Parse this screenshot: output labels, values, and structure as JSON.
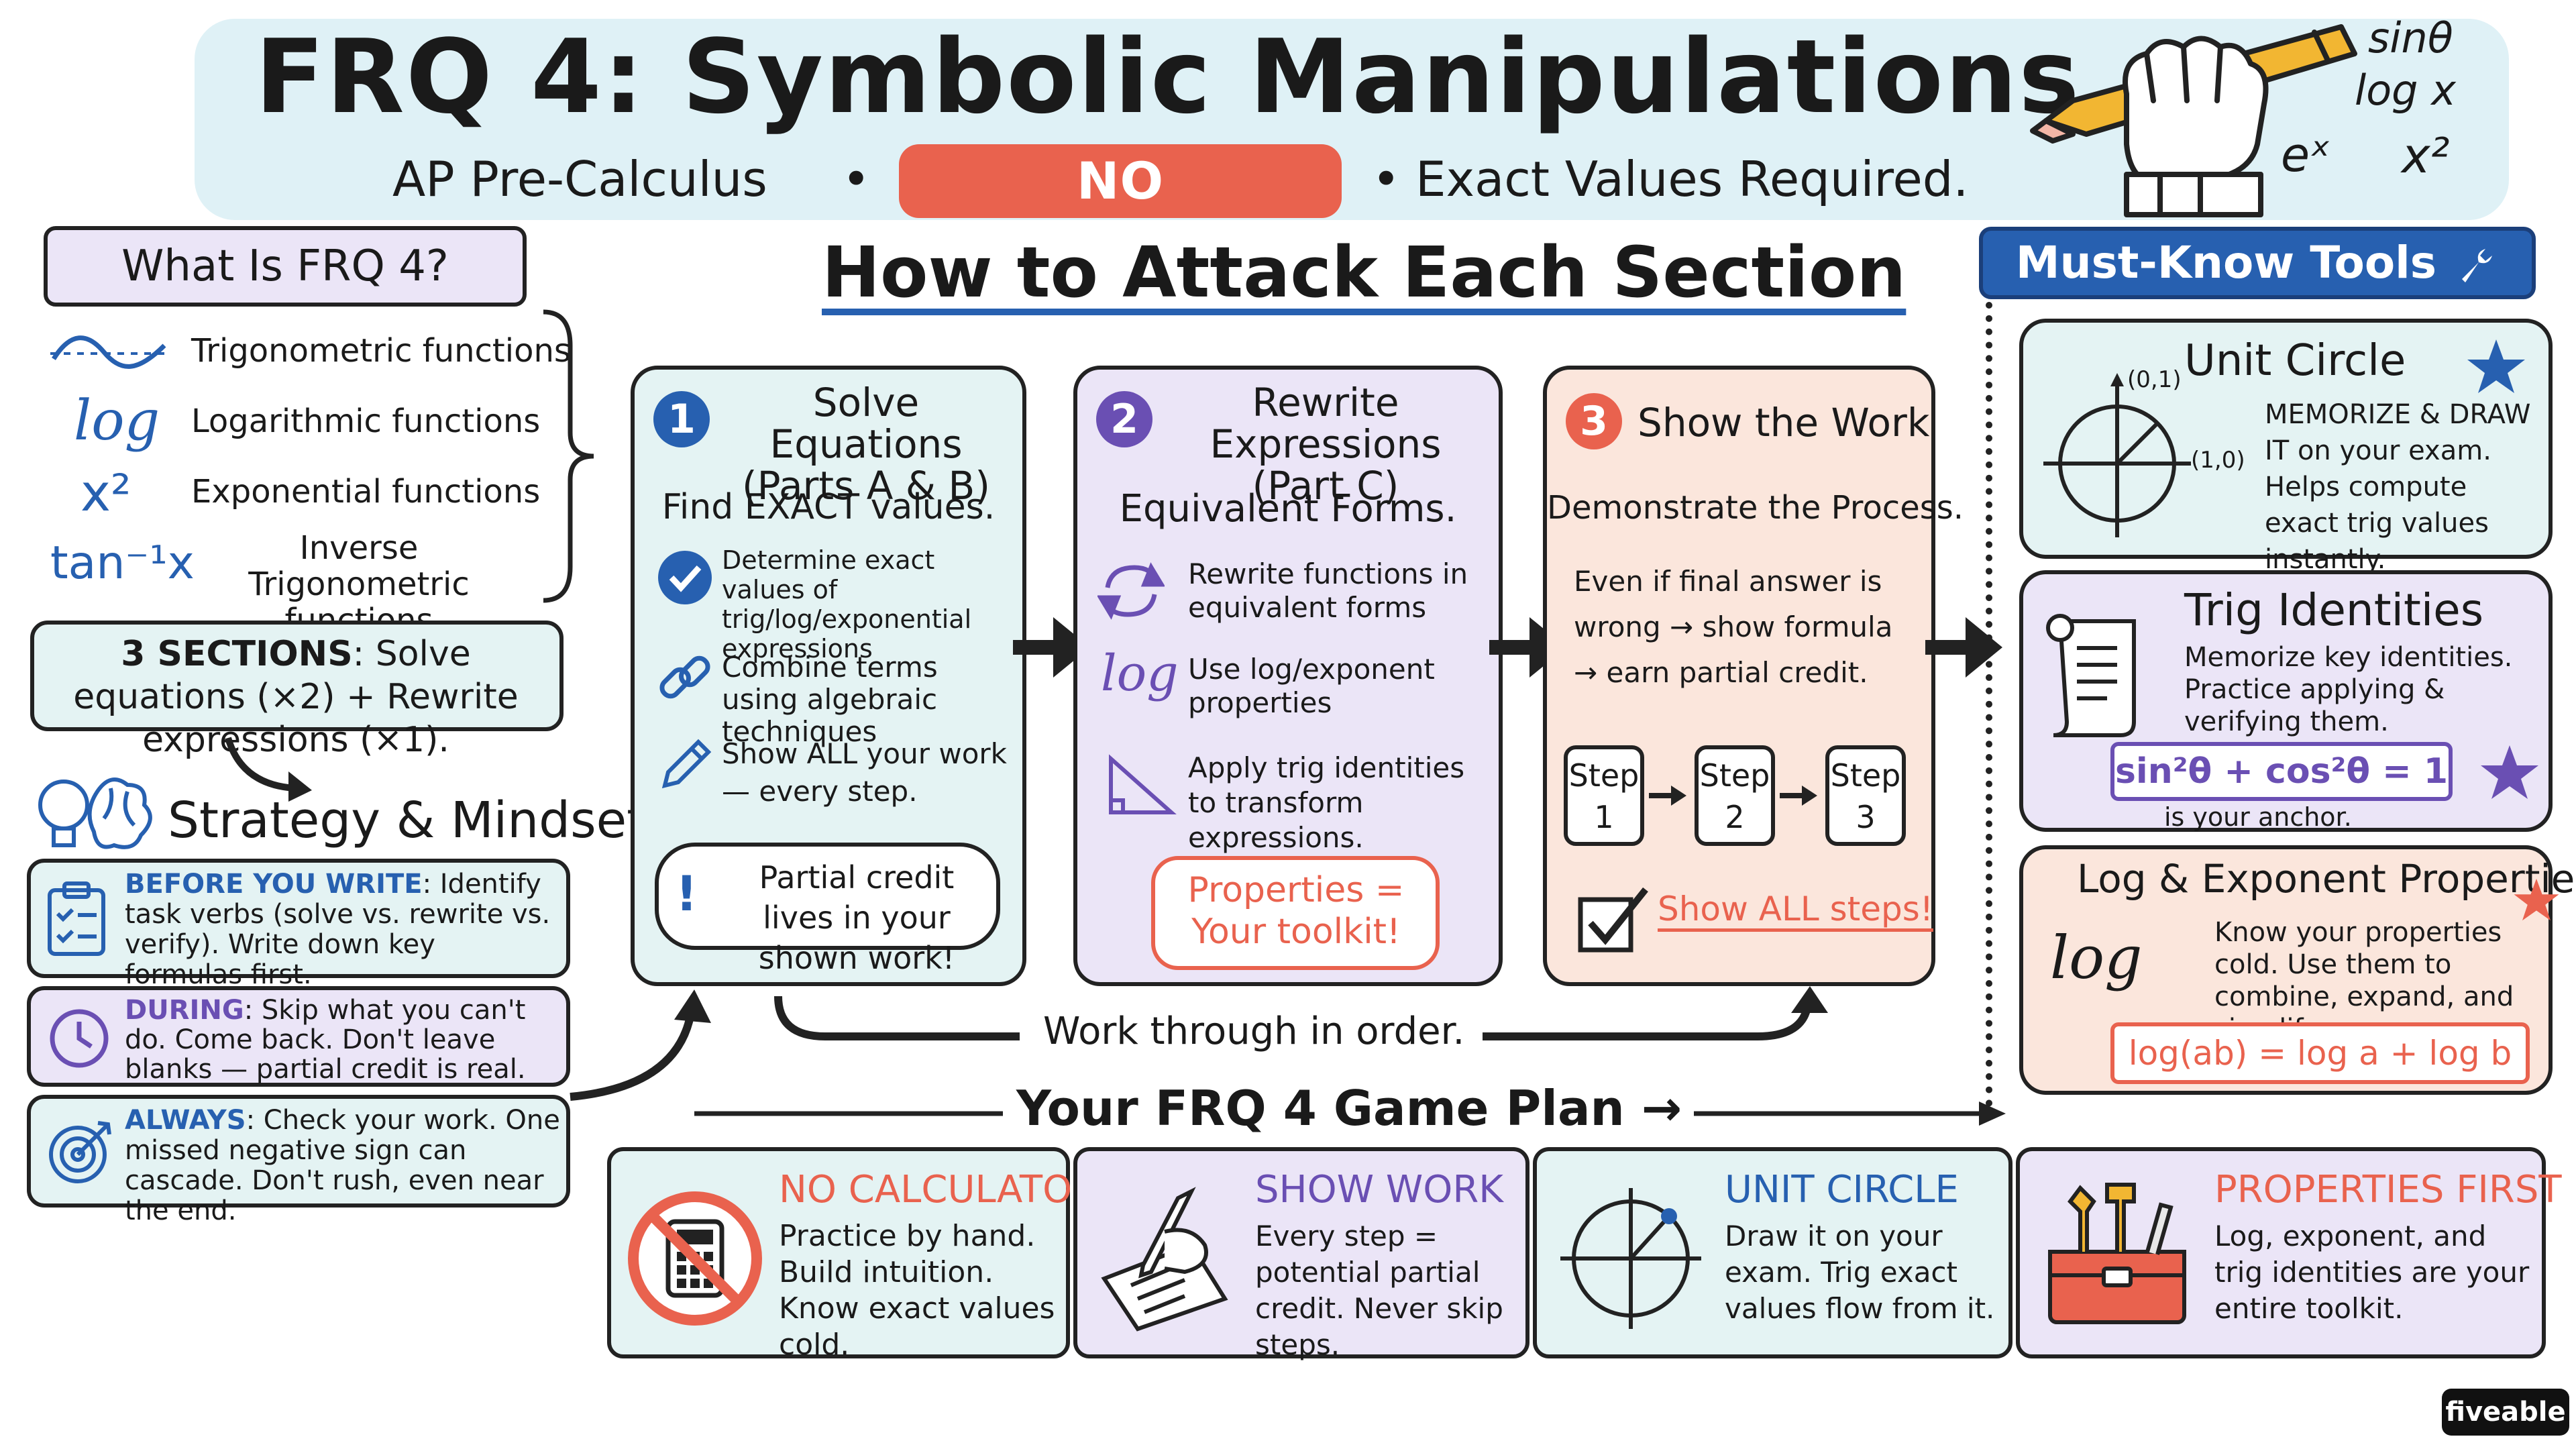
{
  "header": {
    "title": "FRQ 4: Symbolic Manipulations",
    "course": "AP Pre-Calculus",
    "dot1": "•",
    "badge": "NO CALCULATOR",
    "dot2": "•",
    "exact": "Exact Values Required.",
    "math_terms": [
      "sinθ",
      "log x",
      "eˣ",
      "x²"
    ]
  },
  "left": {
    "what_title": "What Is FRQ 4?",
    "functions": [
      {
        "icon": "sine-wave-icon",
        "label": "Trigonometric functions"
      },
      {
        "icon": "log",
        "label": "Logarithmic functions"
      },
      {
        "icon": "x²",
        "label": "Exponential functions"
      },
      {
        "icon": "tan⁻¹x",
        "label": "Inverse Trigonometric functions"
      }
    ],
    "sections_bold": "3 SECTIONS",
    "sections_text": ": Solve equations (×2) + Rewrite expressions (×1).",
    "strategy_title": "Strategy & Mindset",
    "before_label": "BEFORE YOU WRITE",
    "before_text": ": Identify task verbs (solve vs. rewrite vs. verify). Write down key formulas first.",
    "during_label": "DURING",
    "during_text": ": Skip what you can't do. Come back. Don't leave blanks — partial credit is real.",
    "always_label": "ALWAYS",
    "always_text": ": Check your work. One missed negative sign can cascade. Don't rush, even near the end."
  },
  "center": {
    "heading": "How to Attack Each Section",
    "card1": {
      "num": "1",
      "title": "Solve Equations (Parts A & B)",
      "subtitle": "Find EXACT values.",
      "items": [
        "Determine exact values of trig/log/exponential expressions",
        "Combine terms using algebraic techniques",
        "Show ALL your work — every step."
      ],
      "callout": "Partial credit lives in your shown work!"
    },
    "card2": {
      "num": "2",
      "title": "Rewrite Expressions (Part C)",
      "subtitle": "Equivalent Forms.",
      "items": [
        "Rewrite functions in equivalent forms",
        "Use log/exponent properties",
        "Apply trig identities to transform expressions."
      ],
      "log_icon": "log",
      "callout": "Properties = Your toolkit!"
    },
    "card3": {
      "num": "3",
      "title": "Show the Work",
      "subtitle": "Demonstrate the Process.",
      "body": "Even if final answer is wrong → show formula → earn partial credit.",
      "steps": [
        "Step 1",
        "Step 2",
        "Step 3"
      ],
      "check": "Show ALL steps!"
    },
    "work_through": "Work through in order.",
    "game_plan": "Your FRQ 4 Game Plan →"
  },
  "tools": {
    "header": "Must-Know Tools",
    "unit_circle": {
      "title": "Unit Circle",
      "pt_top": "(0,1)",
      "pt_right": "(1,0)",
      "text": "MEMORIZE & DRAW IT on your exam. Helps compute exact trig values instantly."
    },
    "trig": {
      "title": "Trig Identities",
      "text": "Memorize key identities. Practice applying & verifying them.",
      "formula": "sin²θ + cos²θ = 1",
      "anchor": "is your anchor."
    },
    "logexp": {
      "title": "Log & Exponent Properties",
      "log_icon": "log",
      "text": "Know your properties cold. Use them to combine, expand, and simplify.",
      "formula": "log(ab) = log a + log b"
    }
  },
  "bottom": [
    {
      "title": "NO CALCULATOR",
      "text": "Practice by hand. Build intuition. Know exact values cold."
    },
    {
      "title": "SHOW WORK",
      "text": "Every step = potential partial credit. Never skip steps."
    },
    {
      "title": "UNIT CIRCLE",
      "text": "Draw it on your exam. Trig exact values flow from it."
    },
    {
      "title": "PROPERTIES FIRST",
      "text": "Log, exponent, and trig identities are your entire toolkit."
    }
  ],
  "brand": "fiveable",
  "colors": {
    "blue": "#2760b0",
    "purple": "#6a4fb3",
    "red": "#e9624e",
    "teal_bg": "#e4f3f3",
    "purple_bg": "#ece6f5",
    "peach_bg": "#fbe6dc",
    "lavender_bg": "#e9e4f6"
  }
}
